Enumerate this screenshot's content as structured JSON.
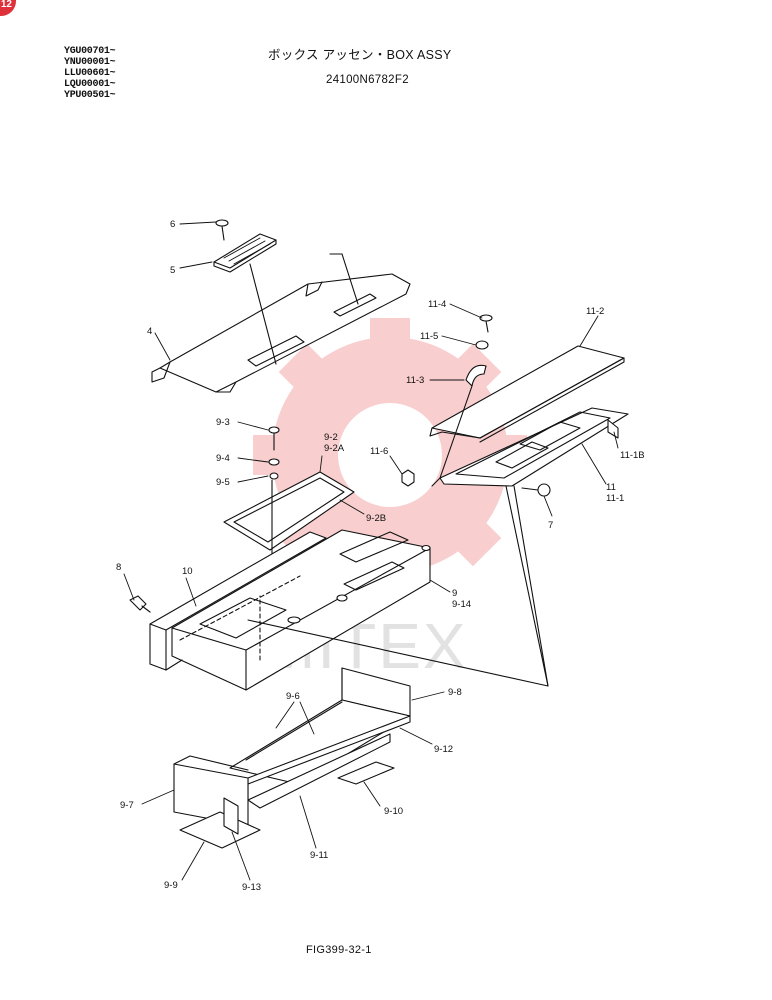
{
  "page_badge": "12",
  "serial_ranges": [
    "YGU00701~",
    "YNU00001~",
    "LLU00601~",
    "LQU00001~",
    "YPU00501~"
  ],
  "title": "ボックス アッセン・BOX ASSY",
  "part_number": "24100N6782F2",
  "figure_ref": "FIG399-32-1",
  "watermark_text": "MITEX",
  "colors": {
    "watermark": "#f7c6c6",
    "line": "#111111"
  },
  "labels": {
    "l6": "6",
    "l5": "5",
    "l4": "4",
    "l11_4": "11-4",
    "l11_5": "11-5",
    "l11_3": "11-3",
    "l11_2": "11-2",
    "l11_6": "11-6",
    "l11_1b": "11-1B",
    "l11": "11",
    "l11_1": "11-1",
    "l7": "7",
    "l9_3": "9-3",
    "l9_4": "9-4",
    "l9_5": "9-5",
    "l9_2": "9-2",
    "l9_2a": "9-2A",
    "l9_2b": "9-2B",
    "l8": "8",
    "l10": "10",
    "l9": "9",
    "l9_14": "9-14",
    "l9_6": "9-6",
    "l9_8": "9-8",
    "l9_12": "9-12",
    "l9_7": "9-7",
    "l9_10": "9-10",
    "l9_11": "9-11",
    "l9_9": "9-9",
    "l9_13": "9-13"
  }
}
